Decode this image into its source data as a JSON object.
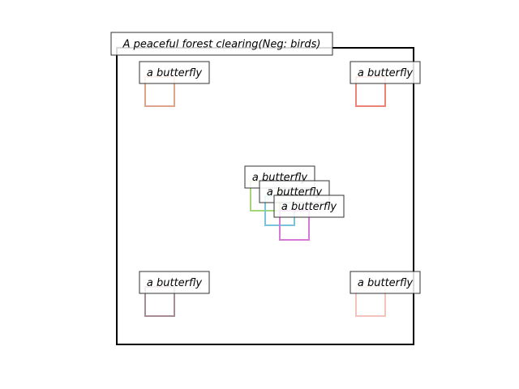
{
  "scene": {
    "caption": "A peaceful forest clearing(Neg: birds)",
    "frame_color": "#000000",
    "label_box_fill": "#ffffff",
    "label_box_stroke": "#333333"
  },
  "objects": [
    {
      "id": "butterfly-1",
      "label": "a butterfly",
      "color": "#e0a48c"
    },
    {
      "id": "butterfly-2",
      "label": "a butterfly",
      "color": "#ec8278"
    },
    {
      "id": "butterfly-3",
      "label": "a butterfly",
      "color": "#a6d67a"
    },
    {
      "id": "butterfly-4",
      "label": "a butterfly",
      "color": "#79c4da"
    },
    {
      "id": "butterfly-5",
      "label": "a butterfly",
      "color": "#d77ad6"
    },
    {
      "id": "butterfly-6",
      "label": "a butterfly",
      "color": "#a88c94"
    },
    {
      "id": "butterfly-7",
      "label": "a butterfly",
      "color": "#f2c4bc"
    }
  ]
}
